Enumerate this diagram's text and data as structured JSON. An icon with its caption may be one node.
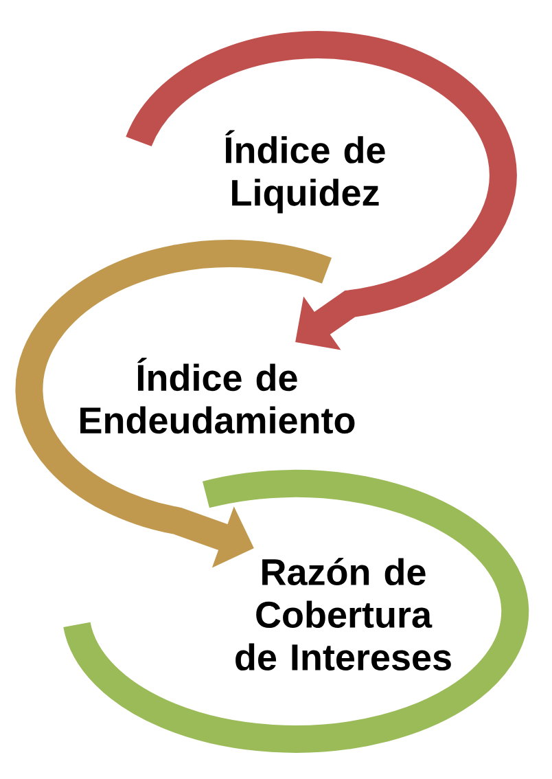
{
  "diagram": {
    "nodes": [
      {
        "text": [
          "Índice de Liquidez"
        ]
      },
      {
        "text": [
          "Índice de Endeudamiento"
        ]
      },
      {
        "text": [
          "Razón de Cobertura de Intereses"
        ]
      }
    ],
    "edges": [
      {
        "from": null,
        "to": 1,
        "arrow": "to",
        "color": "#c0504d"
      },
      {
        "from": null,
        "to": 2,
        "arrow": "to",
        "color": "#c0994f"
      }
    ]
  }
}
